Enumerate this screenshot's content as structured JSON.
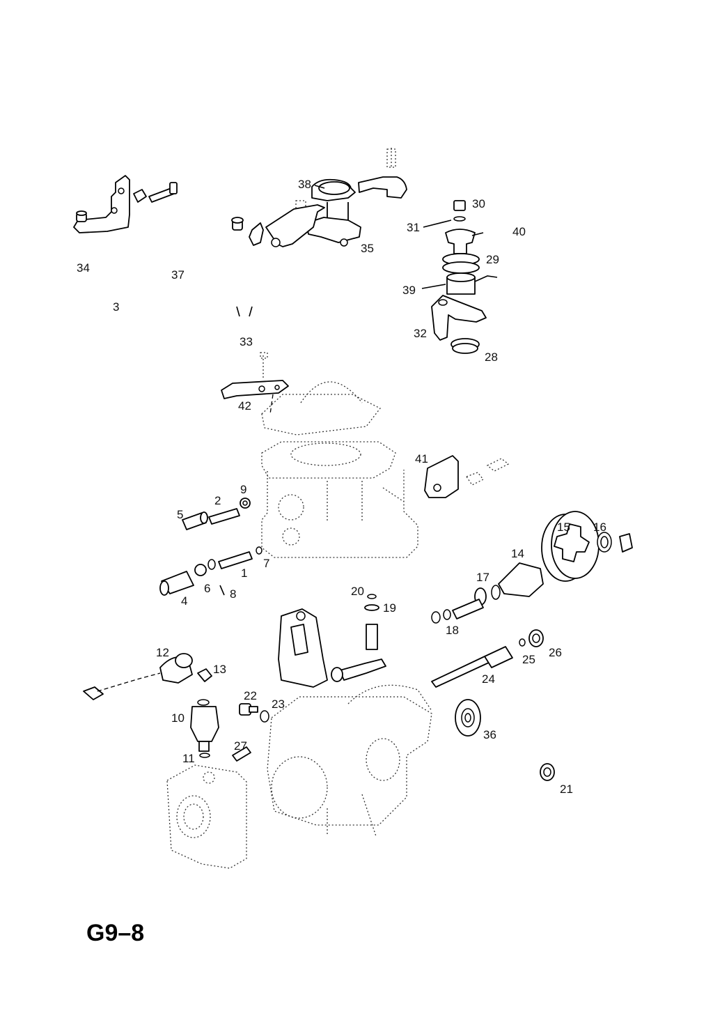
{
  "page_code": "G9–8",
  "callouts": [
    "1",
    "2",
    "3",
    "4",
    "5",
    "6",
    "7",
    "8",
    "9",
    "10",
    "11",
    "12",
    "13",
    "14",
    "15",
    "16",
    "17",
    "18",
    "19",
    "20",
    "21",
    "22",
    "23",
    "24",
    "25",
    "26",
    "27",
    "28",
    "29",
    "30",
    "31",
    "32",
    "33",
    "34",
    "35",
    "36",
    "37",
    "38",
    "39",
    "40",
    "41",
    "42"
  ]
}
